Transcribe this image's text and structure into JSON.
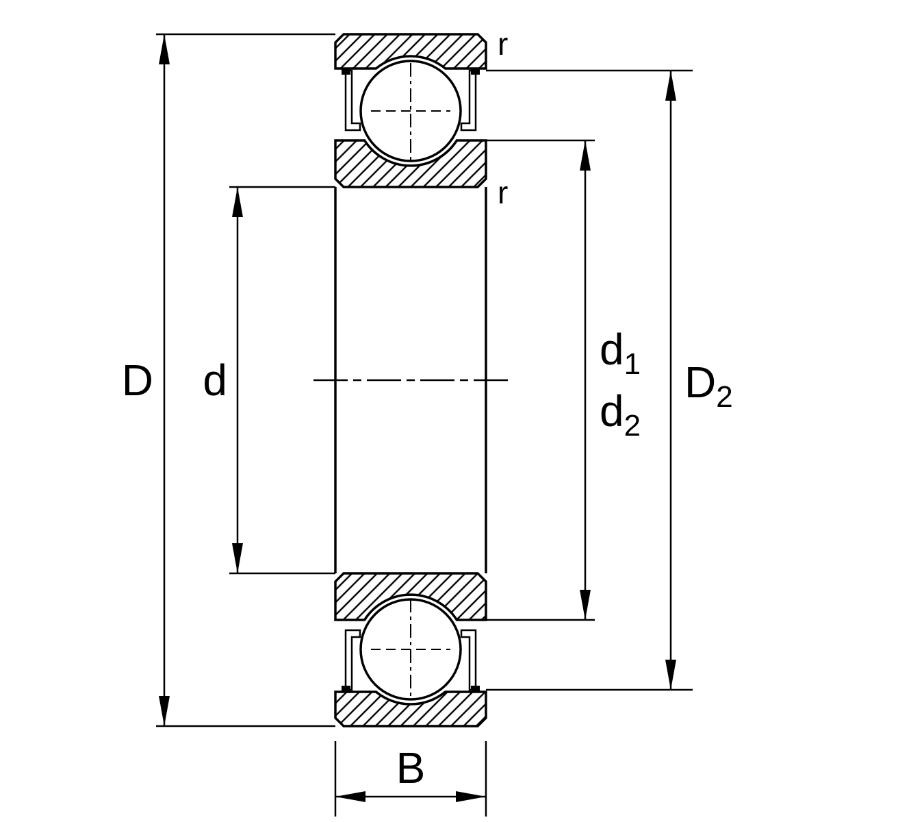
{
  "diagram": {
    "colors": {
      "line": "#000000",
      "background": "#ffffff"
    },
    "labels": {
      "outer_diameter": {
        "main": "D",
        "sub": ""
      },
      "bore_diameter": {
        "main": "d",
        "sub": ""
      },
      "shoulder_d1": {
        "main": "d",
        "sub": "1"
      },
      "shoulder_d2": {
        "main": "d",
        "sub": "2"
      },
      "recess_D2": {
        "main": "D",
        "sub": "2"
      },
      "width_B": {
        "main": "B",
        "sub": ""
      },
      "chamfer_outer": "r",
      "chamfer_inner": "r"
    }
  }
}
